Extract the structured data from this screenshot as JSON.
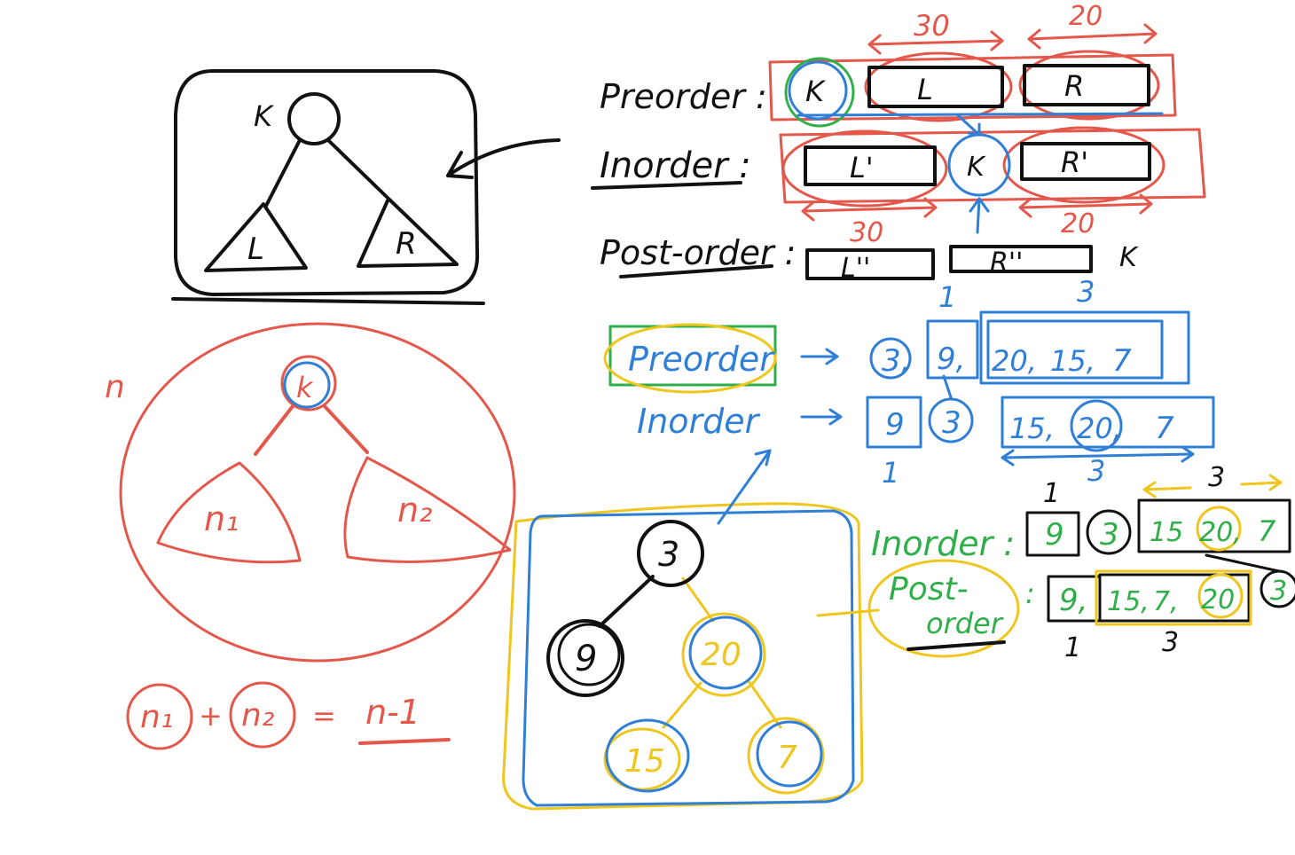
{
  "colors": {
    "black": "#111111",
    "red": "#e4574b",
    "blue": "#2f7fd6",
    "green": "#2fae4a",
    "yellow": "#efc61e"
  },
  "generic_tree": {
    "root": "K",
    "left": "L",
    "right": "R"
  },
  "generic_traversals": {
    "preorder_label": "Preorder :",
    "inorder_label": "Inorder :",
    "postorder_label": "Post-order :",
    "pre": {
      "root": "K",
      "left": "L",
      "right": "R"
    },
    "in": {
      "left": "L'",
      "root": "K",
      "right": "R'"
    },
    "post": {
      "left": "L''",
      "right": "R''",
      "root": "K"
    },
    "size_top_left": "30",
    "size_top_right": "20",
    "size_bottom_left": "30",
    "size_bottom_right": "20"
  },
  "count_tree": {
    "total": "n",
    "root": "k",
    "left": "n₁",
    "right": "n₂",
    "eq_left": "n₁",
    "eq_plus": "+",
    "eq_right": "n₂",
    "eq_equals": "=",
    "eq_result": "n-1"
  },
  "example_tree": {
    "root": "3",
    "left": "9",
    "right": "20",
    "right_left": "15",
    "right_right": "7"
  },
  "blue_traversals": {
    "preorder_label": "Preorder",
    "inorder_label": "Inorder",
    "pre": [
      "3,",
      "9,",
      "20,",
      "15,",
      "7"
    ],
    "in_left": "9",
    "in_root": "3",
    "in_right": [
      "15,",
      "20,",
      "7"
    ],
    "count_one_top": "1",
    "count_three_top": "3",
    "count_one_bottom": "1",
    "count_three_bottom": "3"
  },
  "green_traversals": {
    "inorder_label": "Inorder :",
    "postorder_label_1": "Post-",
    "postorder_label_2": "order",
    "colon": ":",
    "in_left": "9",
    "in_root": "3",
    "in_right": [
      "15",
      "20,",
      "7"
    ],
    "post_left": "9,",
    "post_right": [
      "15,",
      "7,",
      "20"
    ],
    "post_root": "3",
    "count_top_one": "1",
    "count_top_three": "3",
    "count_bottom_one": "1",
    "count_bottom_three": "3"
  }
}
